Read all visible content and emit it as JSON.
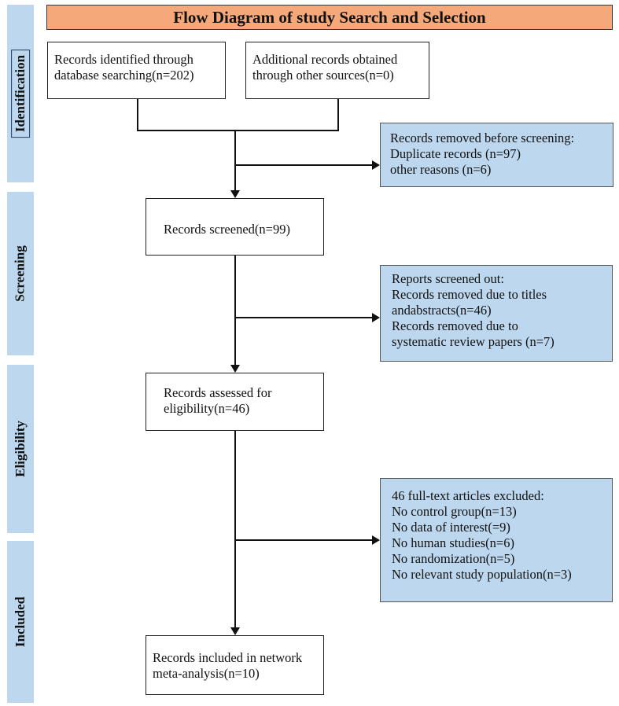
{
  "title": "Flow Diagram of study Search and Selection",
  "stages": {
    "identification": "Identification",
    "screening": "Screening",
    "eligibility": "Eligibility",
    "included": "Included"
  },
  "boxes": {
    "database": [
      "Records identified through",
      "database searching(n=202)"
    ],
    "other_sources": [
      "Additional records obtained",
      "through other sources(n=0)"
    ],
    "removed_before": [
      "Records removed before screening:",
      "Duplicate records (n=97)",
      "other reasons (n=6)"
    ],
    "screened": [
      "Records screened(n=99)"
    ],
    "screened_out": [
      "Reports screened out:",
      "Records removed due to titles",
      "andabstracts(n=46)",
      "Records removed due to",
      "systematic review papers (n=7)"
    ],
    "assessed": [
      "Records assessed for",
      "eligibility(n=46)"
    ],
    "excluded": [
      "46 full-text articles excluded:",
      "No control group(n=13)",
      "No data of interest(=9)",
      "No human studies(n=6)",
      "No randomization(n=5)",
      "No relevant study population(n=3)"
    ],
    "included": [
      "Records included in network",
      "meta-analysis(n=10)"
    ]
  }
}
